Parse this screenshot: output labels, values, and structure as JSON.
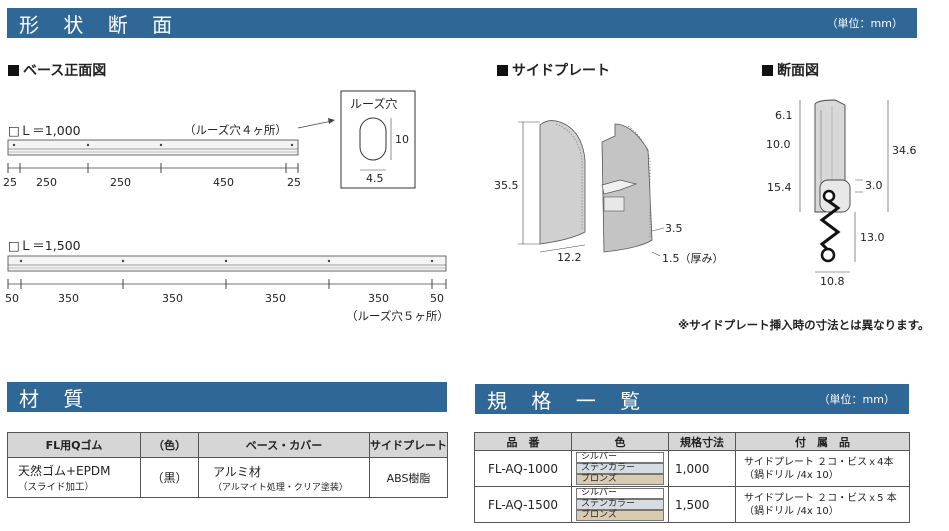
{
  "sections": {
    "shape": {
      "title": "形 状 断 面",
      "unit": "（単位：mm）"
    },
    "material": {
      "title": "材 質"
    },
    "spec": {
      "title": "規 格 一 覧",
      "unit": "（単位：mm）"
    }
  },
  "base_front": {
    "label": "ベース正面図",
    "l1000": {
      "label": "□Ｌ＝1,000",
      "note": "（ルーズ穴４ヶ所）",
      "dims": [
        "25",
        "250",
        "250",
        "450",
        "25"
      ]
    },
    "l1500": {
      "label": "□Ｌ＝1,500",
      "note": "（ルーズ穴５ヶ所）",
      "dims": [
        "50",
        "350",
        "350",
        "350",
        "350",
        "50"
      ]
    },
    "loose_hole": {
      "label": "ルーズ穴",
      "h": "10",
      "w": "4.5"
    }
  },
  "side_plate": {
    "label": "サイドプレート",
    "dims": {
      "height": "35.5",
      "width": "12.2",
      "d1": "3.5",
      "d2": "1.5（厚み）"
    },
    "note": "※サイドプレート挿入時の寸法とは異なります。"
  },
  "section": {
    "label": "断面図",
    "dims": {
      "a": "6.1",
      "b": "10.0",
      "c": "15.4",
      "d": "34.6",
      "e": "3.0",
      "f": "13.0",
      "g": "10.8"
    }
  },
  "material_table": {
    "headers": [
      "FL用Qゴム",
      "（色）",
      "ベース・カバー",
      "サイドプレート"
    ],
    "row": {
      "rubber": "天然ゴム+EPDM",
      "rubber_sub": "（スライド加工）",
      "color": "（黒）",
      "base": "アルミ材",
      "base_sub": "（アルマイト処理・クリア塗装）",
      "side": "ABS樹脂"
    }
  },
  "spec_table": {
    "headers": [
      "品　番",
      "色",
      "規格寸法",
      "付　属　品"
    ],
    "colors": [
      "シルバー",
      "ステンカラー",
      "ブロンズ"
    ],
    "color_hex": [
      "#ffffff",
      "#d5dde3",
      "#d9cab2"
    ],
    "rows": [
      {
        "code": "FL-AQ-1000",
        "size": "1,000",
        "acc1": "サイドプレート ２コ・ビスｘ4本",
        "acc2": "（鍋ドリル /4x 10）"
      },
      {
        "code": "FL-AQ-1500",
        "size": "1,500",
        "acc1": "サイドプレート ２コ・ビスｘ5 本",
        "acc2": "（鍋ドリル /4x 10）"
      }
    ]
  }
}
